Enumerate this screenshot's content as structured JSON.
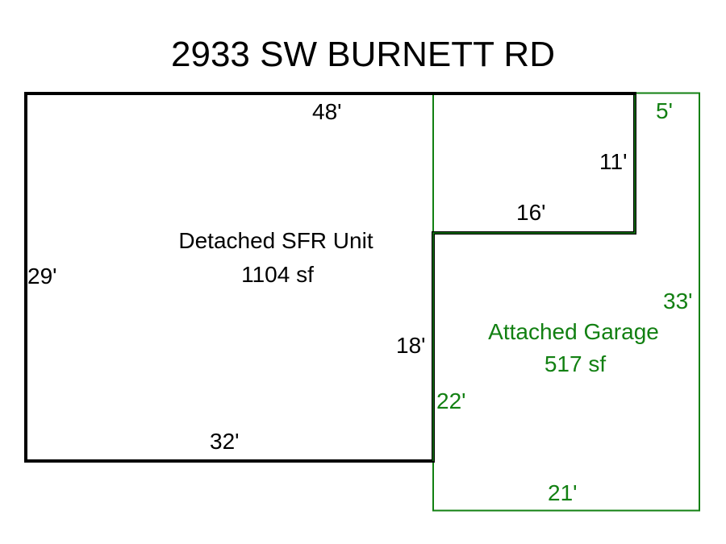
{
  "title": "2933 SW BURNETT RD",
  "colors": {
    "house": "#000000",
    "garage": "#128012"
  },
  "house": {
    "name": "Detached SFR Unit",
    "area": "1104 sf",
    "dims": {
      "top": "48'",
      "right_upper": "11'",
      "step": "16'",
      "right_lower": "18'",
      "bottom": "32'",
      "left": "29'"
    }
  },
  "garage": {
    "name": "Attached Garage",
    "area": "517 sf",
    "dims": {
      "top": "5'",
      "right": "33'",
      "left": "22'",
      "bottom": "21'"
    }
  }
}
